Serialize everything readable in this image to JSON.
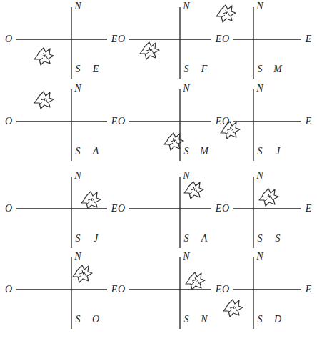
{
  "diagram": {
    "labels": [
      "N",
      "O",
      "E",
      "S",
      "E",
      "N",
      "O",
      "E",
      "S",
      "F",
      "N",
      "O",
      "E",
      "S",
      "M",
      "N",
      "O",
      "E",
      "S",
      "A",
      "N",
      "O",
      "E",
      "S",
      "M",
      "N",
      "O",
      "E",
      "S",
      "J",
      "N",
      "O",
      "E",
      "S",
      "J",
      "N",
      "O",
      "E",
      "S",
      "A",
      "N",
      "O",
      "E",
      "S",
      "S",
      "N",
      "O",
      "E",
      "S",
      "O",
      "N",
      "O",
      "E",
      "S",
      "N",
      "N",
      "O",
      "E",
      "S",
      "D"
    ]
  }
}
